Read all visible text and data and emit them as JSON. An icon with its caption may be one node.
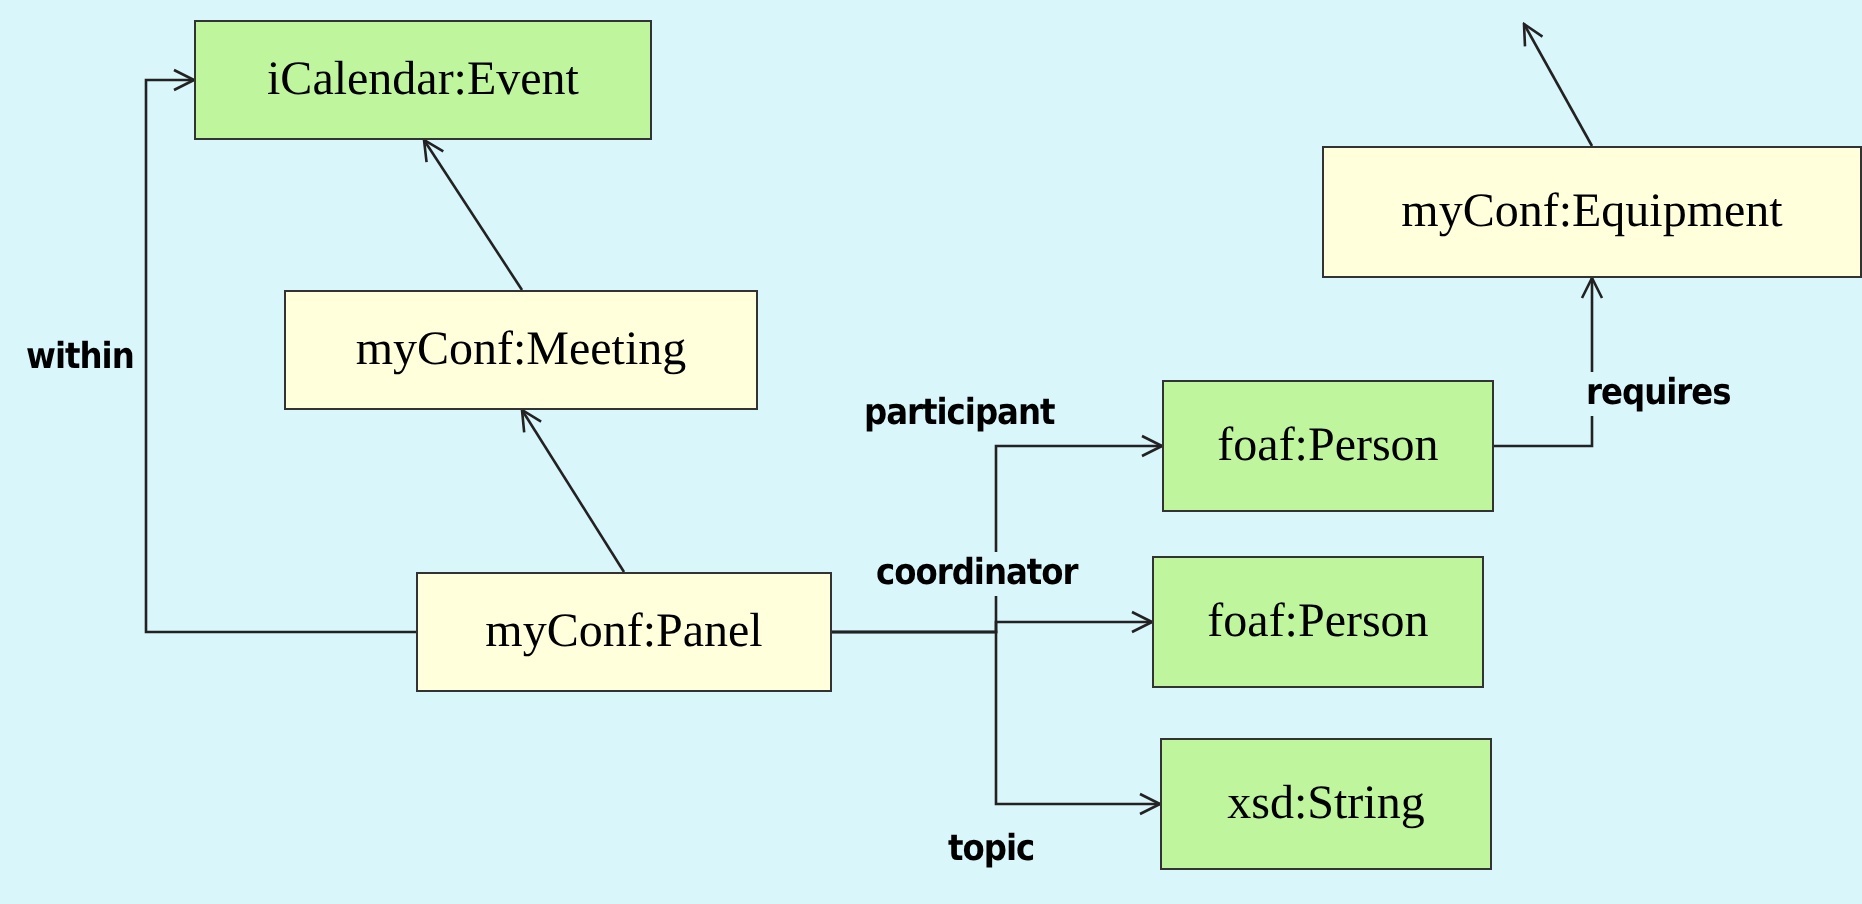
{
  "diagram": {
    "nodes": [
      {
        "text": [
          "iCalendar:Event"
        ]
      },
      {
        "text": [
          "myConf:Meeting"
        ]
      },
      {
        "text": [
          "myConf:Panel"
        ]
      },
      {
        "text": [
          "myConf:Equipment"
        ]
      },
      {
        "text": [
          "foaf:Person"
        ]
      },
      {
        "text": [
          "foaf:Person"
        ]
      },
      {
        "text": [
          "xsd:String"
        ]
      }
    ],
    "edges": [
      {
        "from": 2,
        "to": 1,
        "arrow": "to"
      },
      {
        "from": 1,
        "to": 0,
        "arrow": "to"
      },
      {
        "from": 2,
        "to": 0,
        "arrow": "to",
        "label": "within"
      },
      {
        "from": 2,
        "to": 4,
        "arrow": "to",
        "label": "participant"
      },
      {
        "from": 2,
        "to": 5,
        "arrow": "to",
        "label": "coordinator"
      },
      {
        "from": 2,
        "to": 6,
        "arrow": "to",
        "label": "topic"
      },
      {
        "from": 4,
        "to": 3,
        "arrow": "to",
        "label": "requires"
      },
      {
        "from": 3,
        "to": null,
        "arrow": "to"
      }
    ]
  }
}
